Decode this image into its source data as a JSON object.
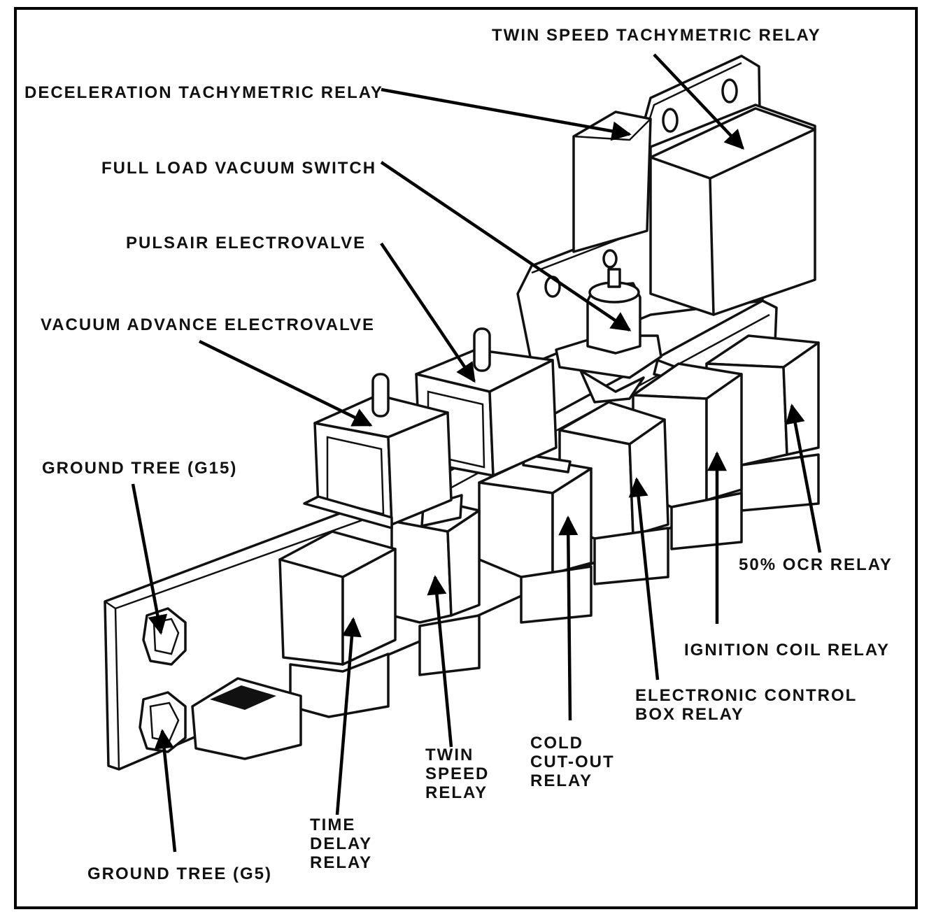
{
  "diagram": {
    "labels": {
      "twin_speed_tachymetric_relay": "TWIN SPEED TACHYMETRIC RELAY",
      "deceleration_tachymetric_relay": "DECELERATION TACHYMETRIC RELAY",
      "full_load_vacuum_switch": "FULL LOAD VACUUM SWITCH",
      "pulsair_electrovalve": "PULSAIR ELECTROVALVE",
      "vacuum_advance_electrovalve": "VACUUM ADVANCE ELECTROVALVE",
      "ground_tree_g15": "GROUND TREE (G15)",
      "ocr_relay": "50% OCR RELAY",
      "ignition_coil_relay": "IGNITION COIL RELAY",
      "electronic_control_box_relay": [
        "ELECTRONIC CONTROL",
        "BOX RELAY"
      ],
      "cold_cut_out_relay": [
        "COLD",
        "CUT-OUT",
        "RELAY"
      ],
      "twin_speed_relay": [
        "TWIN",
        "SPEED",
        "RELAY"
      ],
      "time_delay_relay": [
        "TIME",
        "DELAY",
        "RELAY"
      ],
      "ground_tree_g5": "GROUND TREE (G5)"
    }
  }
}
